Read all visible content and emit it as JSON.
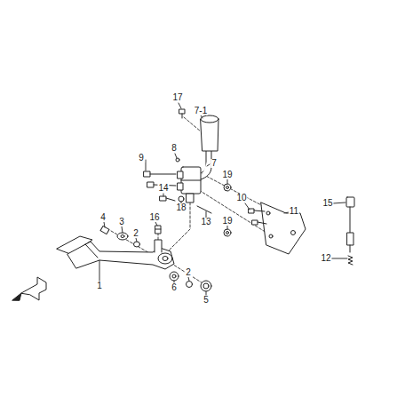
{
  "diagram": {
    "labels": [
      "17",
      "7-1",
      "8",
      "9",
      "7",
      "19",
      "10",
      "11",
      "15",
      "14",
      "18",
      "13",
      "19",
      "4",
      "3",
      "16",
      "2",
      "12",
      "2",
      "1",
      "6",
      "5"
    ]
  }
}
